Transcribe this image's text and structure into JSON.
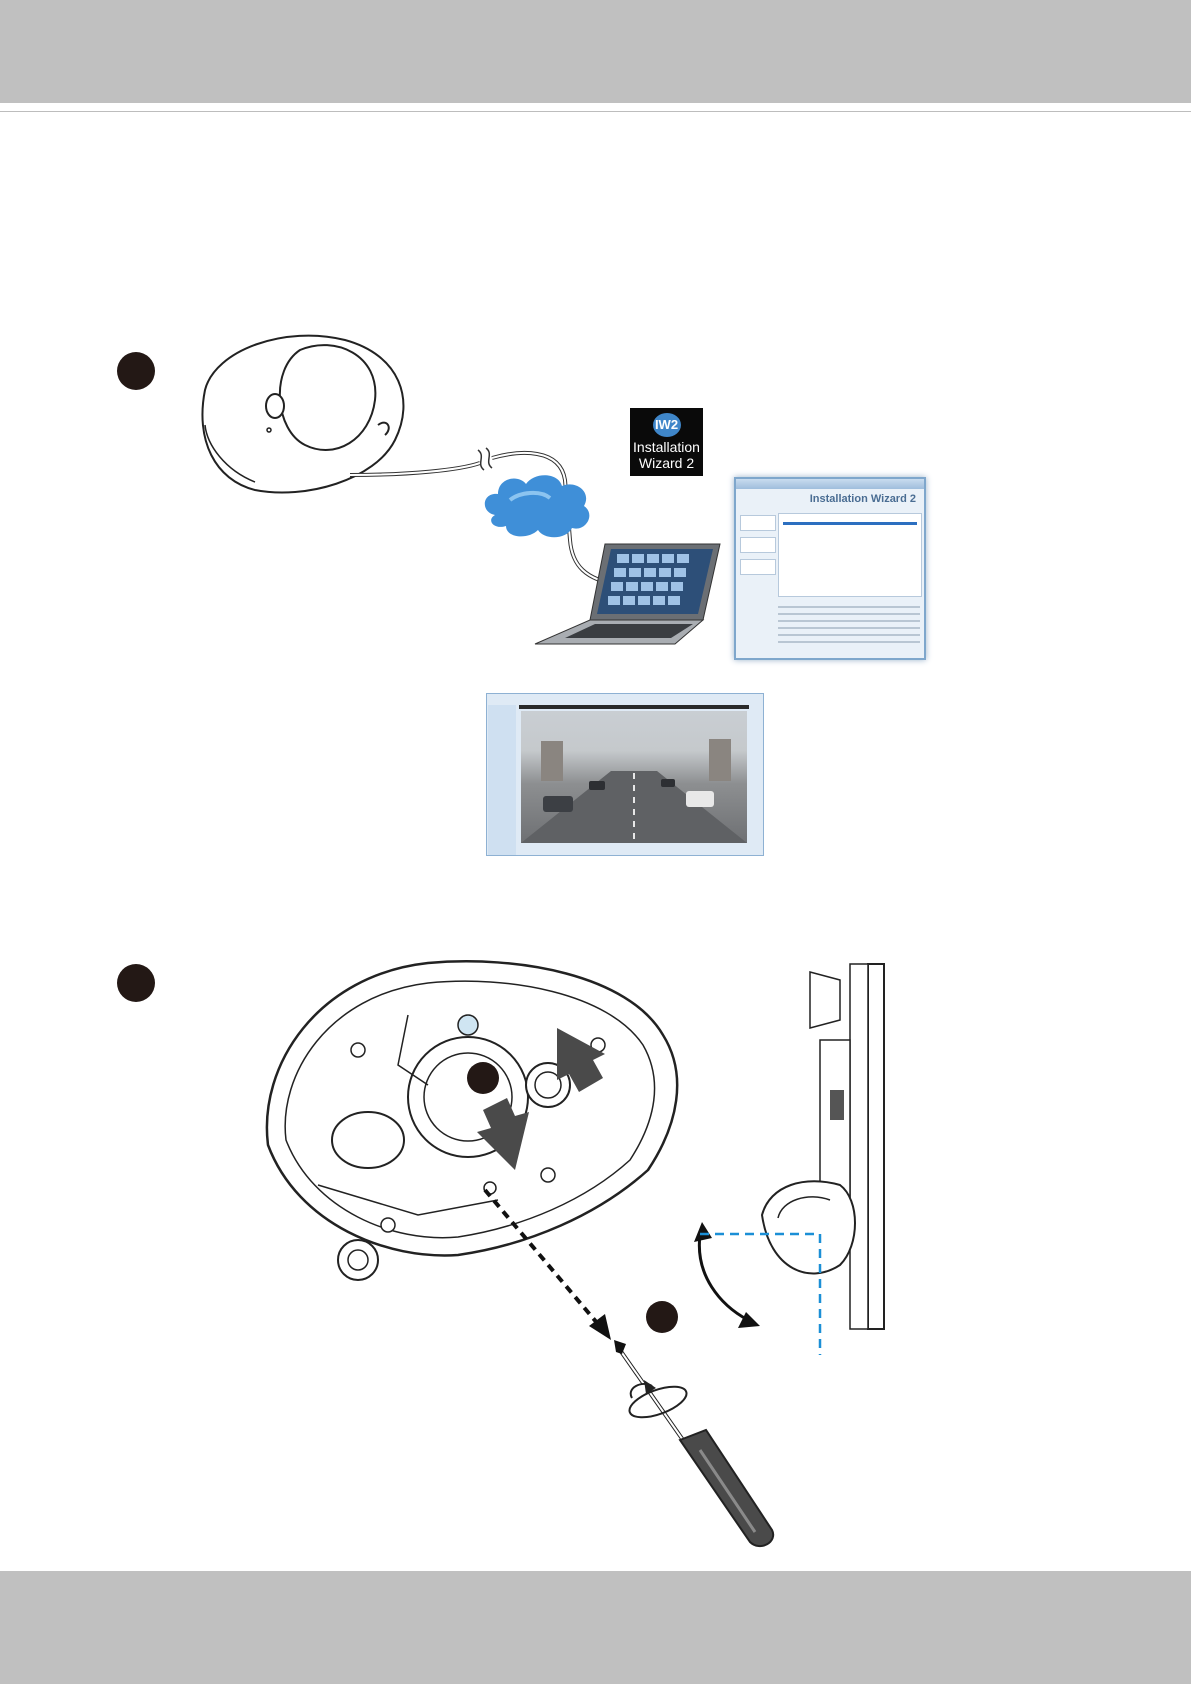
{
  "colors": {
    "band": "#c0c0c0",
    "marker": "#231815",
    "cloud": "#3f8fd8",
    "guide": "#1b8fd6"
  },
  "installation_icon": {
    "label_line1": "Installation",
    "label_line2": "Wizard 2",
    "glyph_text": "IW2"
  },
  "wizard_window": {
    "title": "Installation Wizard 2"
  },
  "icons": [
    "network-cloud-icon",
    "installation-wizard-icon",
    "screwdriver-icon",
    "lens-adjust-arrows-icon"
  ]
}
